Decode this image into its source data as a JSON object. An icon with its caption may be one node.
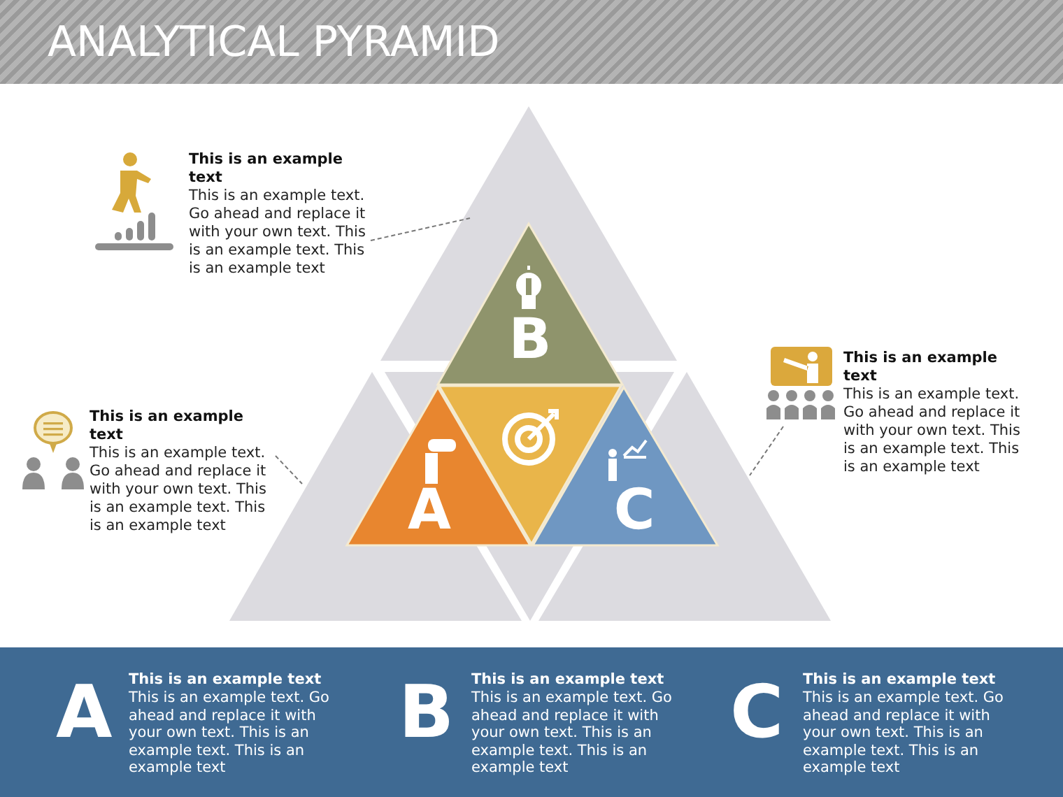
{
  "diagram": {
    "title": "ANALYTICAL PYRAMID",
    "nodes": [
      {
        "text": [
          "This is an example text",
          "This is an example text. Go ahead and replace it with your own text. This is an example text. This is an example text"
        ]
      },
      {
        "text": [],
        "shape": "triangle"
      },
      {
        "text": [
          "This is an example text",
          "This is an example text. Go ahead and replace it with your own text. This is an example text. This is an example text"
        ]
      },
      {
        "text": [],
        "shape": "triangle"
      },
      {
        "text": [
          "This is an example text",
          "This is an example text. Go ahead and replace it with your own text. This is an example text. This is an example text"
        ]
      },
      {
        "text": [],
        "shape": "triangle"
      },
      {
        "text": [
          "B"
        ]
      },
      {
        "text": [
          "A"
        ]
      },
      {
        "text": [],
        "shape": "triangle"
      },
      {
        "text": [
          "C"
        ]
      }
    ],
    "edges": [
      {
        "from": 0,
        "to": 1,
        "arrow": "none",
        "style": "dashed"
      },
      {
        "from": 2,
        "to": 3,
        "arrow": "none",
        "style": "dashed"
      },
      {
        "from": 4,
        "to": 5,
        "arrow": "none",
        "style": "dashed"
      }
    ],
    "labels": [
      "A",
      "This is an example text",
      "This is an example text. Go ahead and replace it with your own text. This is an example text. This is an example text",
      "B",
      "This is an example text",
      "This is an example text. Go ahead and replace it with your own text. This is an example text. This is an example text",
      "C",
      "This is an example text",
      "This is an example text. Go ahead and replace it with your own text. This is an example text. This is an example text"
    ]
  }
}
